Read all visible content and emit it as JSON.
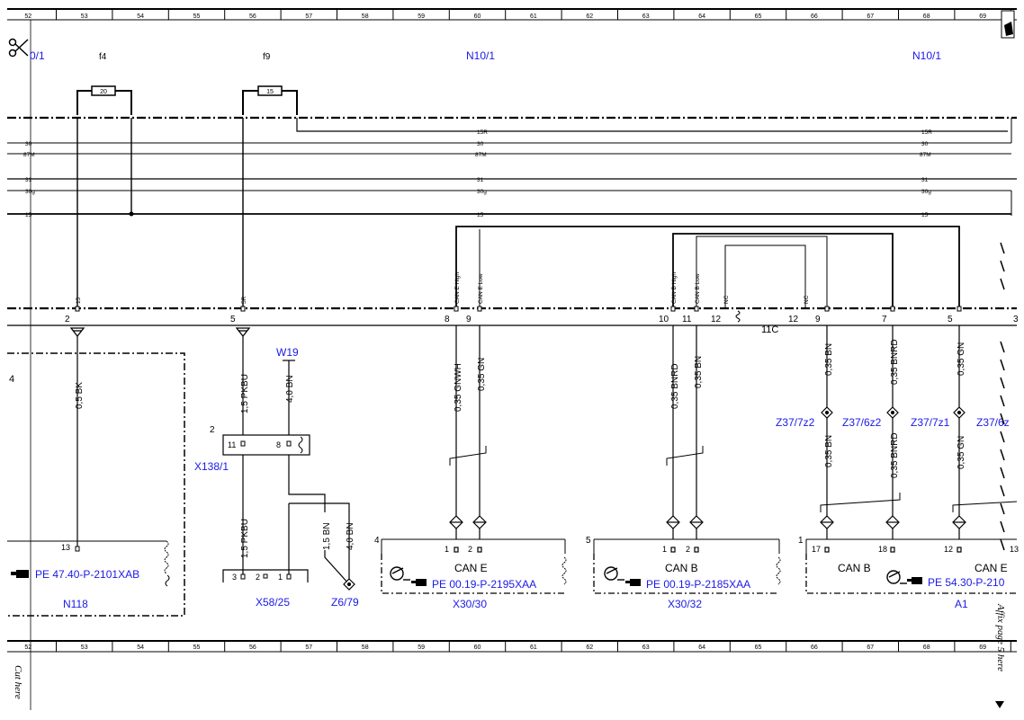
{
  "ruler": {
    "columns": [
      "52",
      "53",
      "54",
      "55",
      "56",
      "57",
      "58",
      "59",
      "60",
      "61",
      "62",
      "63",
      "64",
      "65",
      "66",
      "67",
      "68",
      "69"
    ]
  },
  "labels": {
    "scissors_ref": "0/1",
    "f4": "f4",
    "f9": "f9",
    "n10_left": "N10/1",
    "n10_right": "N10/1",
    "fuse_f4": "20",
    "fuse_f9": "15",
    "w19": "W19",
    "section_4_left": "4",
    "z6_79": "Z6/79",
    "x138_1": "X138/1",
    "x138_pin_left": "11",
    "x138_pin_right": "8",
    "x138_num": "2",
    "x58_25": "X58/25",
    "x58_pins": [
      "3",
      "2",
      "1"
    ],
    "n118": "N118",
    "n118_pin": "13",
    "x30_30": "X30/30",
    "x30_32": "X30/32",
    "a1": "A1",
    "num_4": "4",
    "num_5": "5",
    "num_1": "1",
    "conn_11c": "11C",
    "cut_here": "Cut here",
    "affix": "Affix page 5 here"
  },
  "buses": {
    "b15r": "15R",
    "b30": "30",
    "b87m": "87M",
    "b31": "31",
    "b30g": "30g",
    "b15": "15"
  },
  "connector_pins": {
    "p2": "2",
    "p5": "5",
    "p8": "8",
    "p9": "9",
    "p10": "10",
    "p11": "11",
    "p12": "12",
    "p12b": "12",
    "p9b": "9",
    "p7": "7",
    "p5b": "5",
    "p3": "3"
  },
  "wire_tags": {
    "t15": "15",
    "t5r": "5R",
    "can_e_high": "CAN E High",
    "can_e_low": "CAN E Low",
    "can_b_high": "CAN B High",
    "can_b_low": "CAN B Low",
    "nc1": "NC",
    "nc2": "NC"
  },
  "wires": {
    "w_bk": "0,5 BK",
    "w_pkbu": "1,5 PKBU",
    "w_pkbu2": "1,5 PKBU",
    "w_bn40": "4,0 BN",
    "w_bn15": "1,5 BN",
    "w_bn40b": "4,0 BN",
    "w_gnwh": "0,35 GNWH",
    "w_gn1": "0,35 GN",
    "w_bnrd1": "0,35 BNRD",
    "w_bn1": "0,35 BN",
    "w_bn2": "0,35 BN",
    "w_bnrd2": "0,35 BNRD",
    "w_gn2": "0,35 GN",
    "w_bn3": "0,35 BN",
    "w_bnrd3": "0,35 BNRD",
    "w_gn3": "0,35 GN"
  },
  "splices": {
    "z37_7z2": "Z37/7z2",
    "z37_6z2": "Z37/6z2",
    "z37_7z1": "Z37/7z1",
    "z37_6z": "Z37/6z"
  },
  "components": {
    "n118_ref": "PE 47.40-P-2101XAB",
    "x30_30_can": "CAN E",
    "x30_30_ref": "PE 00.19-P-2195XAA",
    "x30_30_pins": [
      "1",
      "2"
    ],
    "x30_32_can": "CAN B",
    "x30_32_ref": "PE 00.19-P-2185XAA",
    "x30_32_pins": [
      "1",
      "2"
    ],
    "a1_can_b": "CAN B",
    "a1_can_e": "CAN E",
    "a1_ref": "PE 54.30-P-210",
    "a1_pins": [
      "17",
      "18",
      "12",
      "13"
    ]
  },
  "colors": {
    "link": "#1a1ae6",
    "line": "#000000"
  }
}
